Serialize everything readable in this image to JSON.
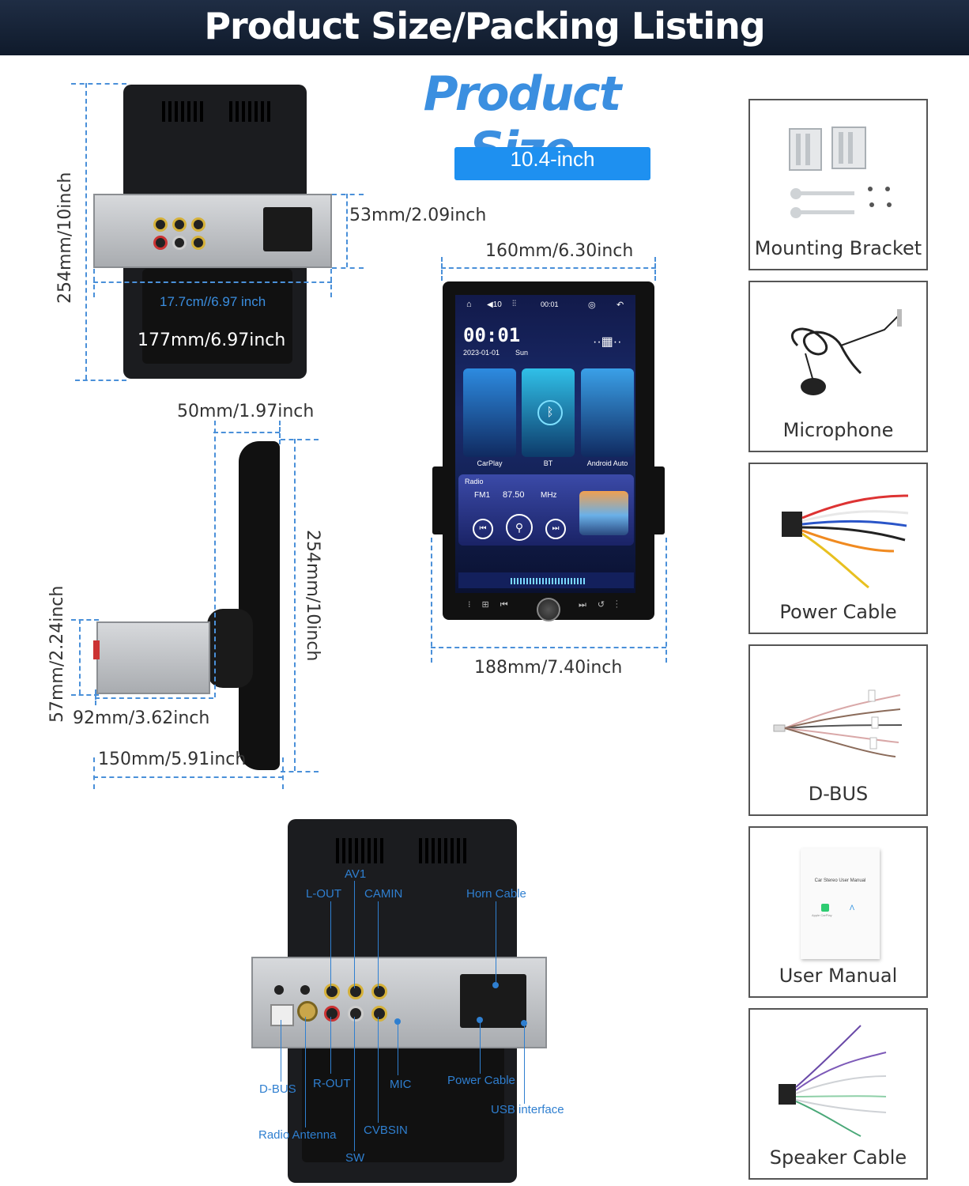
{
  "banner": {
    "title": "Product Size/Packing Listing"
  },
  "product_size": {
    "title": "Product Size",
    "badge": "10.4-inch"
  },
  "dimensions": {
    "height_top": "254mm/10inch",
    "depth_top": "53mm/2.09inch",
    "chassis_width_blue": "17.7cm//6.97 inch",
    "chassis_width": "177mm/6.97inch",
    "screen_width": "160mm/6.30inch",
    "overall_width": "188mm/7.40inch",
    "screen_depth": "50mm/1.97inch",
    "height_side": "254mm/10inch",
    "chassis_height": "57mm/2.24inch",
    "chassis_depth": "92mm/3.62inch",
    "overall_depth": "150mm/5.91inch"
  },
  "screen_ui": {
    "status_volume": "10",
    "status_time": "00:01",
    "clock": "00:01",
    "date": "2023-01-01",
    "weekday": "Sun",
    "apps": [
      "CarPlay",
      "BT",
      "Android Auto"
    ],
    "radio": {
      "title": "Radio",
      "band": "FM1",
      "freq": "87.50",
      "unit": "MHz"
    }
  },
  "ports": {
    "av1": "AV1",
    "l_out": "L-OUT",
    "camin": "CAMIN",
    "horn": "Horn Cable",
    "dbus": "D-BUS",
    "r_out": "R-OUT",
    "mic": "MIC",
    "power": "Power Cable",
    "usb": "USB interface",
    "antenna": "Radio Antenna",
    "cvbsin": "CVBSIN",
    "sw": "SW"
  },
  "packing": [
    {
      "label": "Mounting Bracket",
      "icon": "bracket-icon"
    },
    {
      "label": "Microphone",
      "icon": "microphone-icon"
    },
    {
      "label": "Power Cable",
      "icon": "power-cable-icon"
    },
    {
      "label": "D-BUS",
      "icon": "dbus-cable-icon"
    },
    {
      "label": "User Manual",
      "icon": "manual-icon"
    },
    {
      "label": "Speaker Cable",
      "icon": "speaker-cable-icon"
    }
  ],
  "manual_cover": {
    "title": "Car Stereo User Manual",
    "left_logo": "Apple CarPlay"
  },
  "colors": {
    "accent": "#1e90f0",
    "banner": "#1f2d44",
    "callout": "#2f7fd0"
  }
}
